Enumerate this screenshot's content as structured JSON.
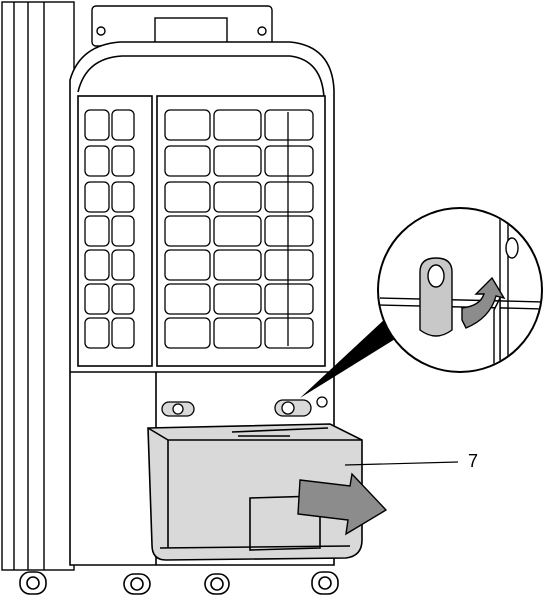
{
  "diagram": {
    "callouts": [
      {
        "label": "7"
      }
    ],
    "colors": {
      "line": "#000000",
      "tank_fill": "#d9d9d9",
      "arrow_fill": "#8c8c8c",
      "panel_fill": "#ffffff"
    },
    "icons": [
      "air-cooler-illustration",
      "water-tank",
      "removal-arrow",
      "latch-rotate-arrow",
      "magnifier-detail"
    ]
  }
}
